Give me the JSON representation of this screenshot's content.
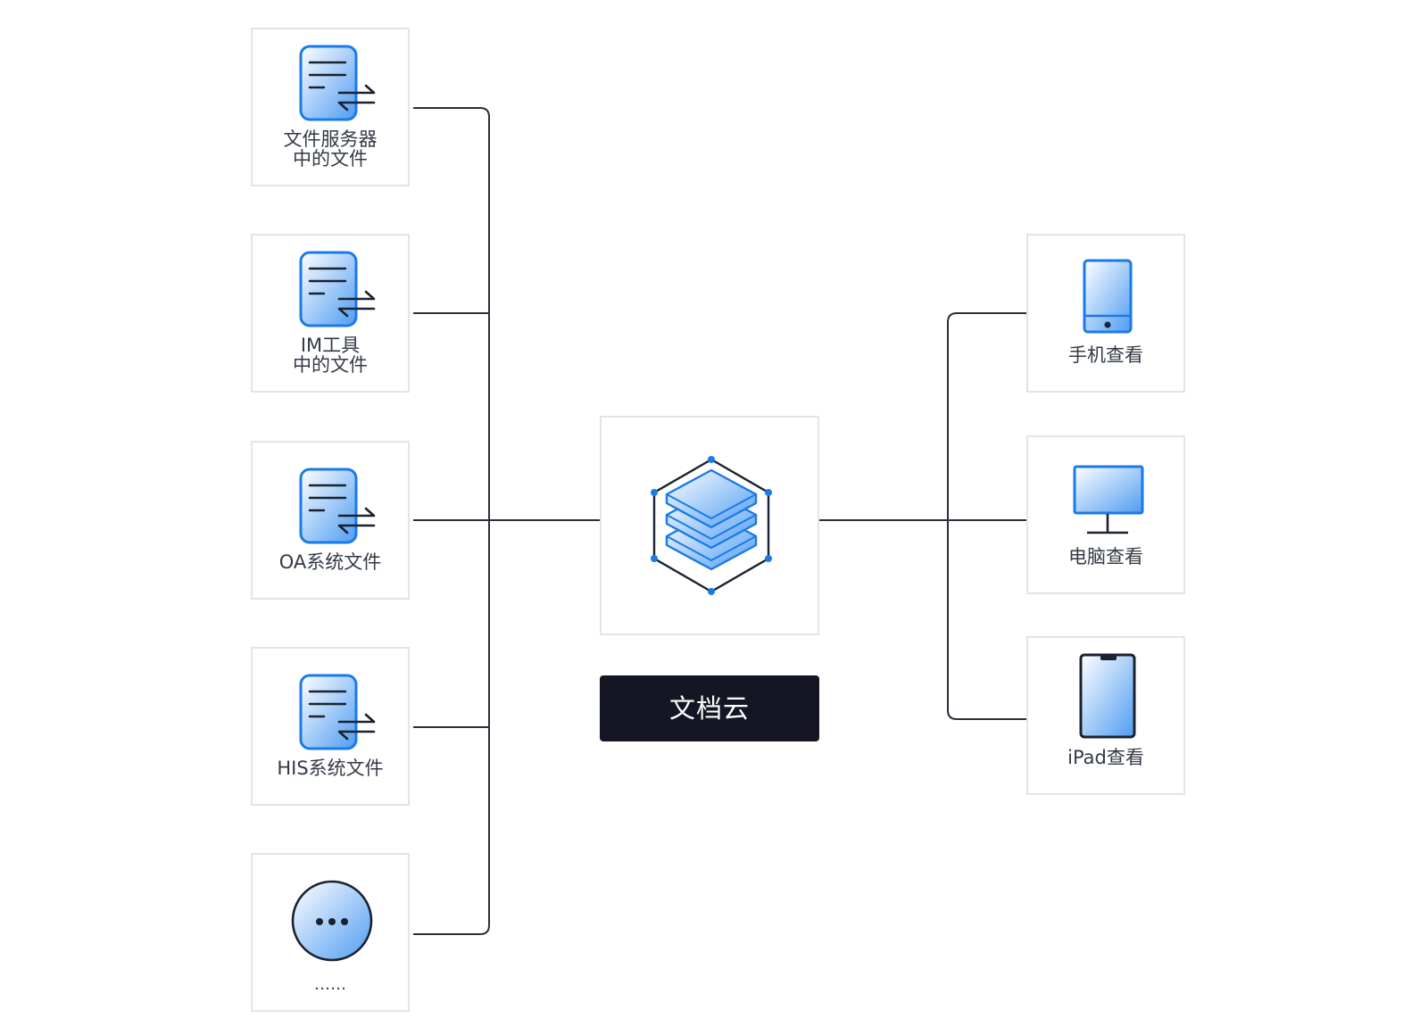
{
  "sources": [
    {
      "label_lines": [
        "文件服务器",
        "中的文件"
      ],
      "icon": "file-transfer-icon"
    },
    {
      "label_lines": [
        "IM工具",
        "中的文件"
      ],
      "icon": "file-transfer-icon"
    },
    {
      "label_lines": [
        "OA系统文件"
      ],
      "icon": "file-transfer-icon"
    },
    {
      "label_lines": [
        "HIS系统文件"
      ],
      "icon": "file-transfer-icon"
    },
    {
      "label_lines": [
        "……"
      ],
      "icon": "more-icon"
    }
  ],
  "hub": {
    "title": "文档云",
    "icon": "stacked-layers-hexagon-icon"
  },
  "devices": [
    {
      "label": "手机查看",
      "icon": "phone-icon"
    },
    {
      "label": "电脑查看",
      "icon": "monitor-icon"
    },
    {
      "label": "iPad查看",
      "icon": "tablet-icon"
    }
  ],
  "colors": {
    "accent": "#1a7ae8",
    "gradient_light": "#ffffff",
    "gradient_dark": "#4f9cf2",
    "line": "#2b2f3a",
    "card_border": "#e3e4e8",
    "title_bar": "#151624"
  }
}
